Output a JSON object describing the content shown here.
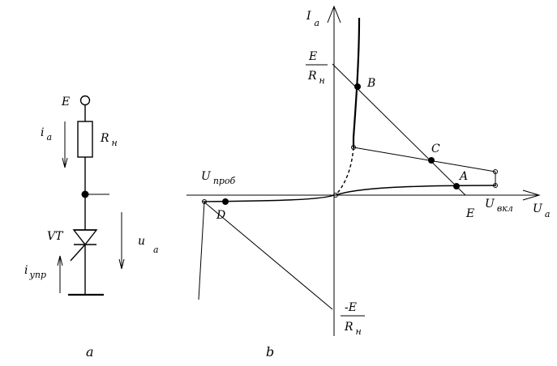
{
  "circuit": {
    "caption": "a",
    "node_E": "E",
    "ia": {
      "main": "i",
      "sub": "a"
    },
    "rh": {
      "main": "R",
      "sub": "н"
    },
    "vt": "VT",
    "ua": {
      "main": "u",
      "sub": "a"
    },
    "iupr": {
      "main": "i",
      "sub": "упр"
    }
  },
  "graph": {
    "caption": "b",
    "y_axis": {
      "main": "I",
      "sub": "a"
    },
    "x_axis": {
      "main": "U",
      "sub": "a"
    },
    "e_over_rh": {
      "num": "E",
      "den_main": "R",
      "den_sub": "н"
    },
    "neg_e_over_rh": {
      "num": "-E",
      "den_main": "R",
      "den_sub": "н"
    },
    "u_prob": {
      "main": "U",
      "sub": "проб"
    },
    "u_vkl": {
      "main": "U",
      "sub": "вкл"
    },
    "x_E": "E",
    "points": {
      "A": "A",
      "B": "B",
      "C": "C",
      "D": "D"
    }
  }
}
